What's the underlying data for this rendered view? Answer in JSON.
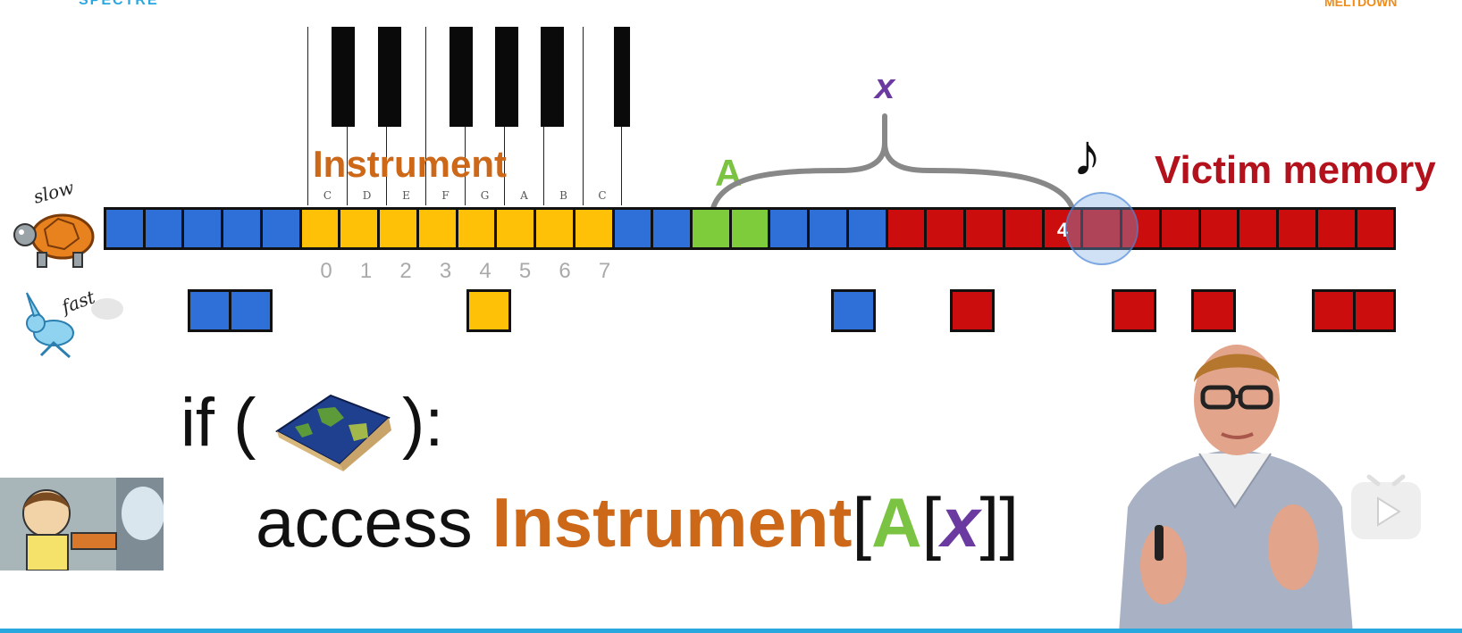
{
  "header": {
    "brand_left": "SPECTRE",
    "brand_right": "MELTDOWN"
  },
  "piano": {
    "keys": [
      "C",
      "D",
      "E",
      "F",
      "G",
      "A",
      "B",
      "C"
    ]
  },
  "labels": {
    "instrument": "Instrument",
    "a": "A",
    "x": "x",
    "victim_memory": "Victim memory",
    "slow": "slow",
    "fast": "fast"
  },
  "memory": {
    "cells": [
      "blue",
      "blue",
      "blue",
      "blue",
      "blue",
      "yellow",
      "yellow",
      "yellow",
      "yellow",
      "yellow",
      "yellow",
      "yellow",
      "yellow",
      "blue",
      "blue",
      "green",
      "green",
      "blue",
      "blue",
      "blue",
      "red",
      "red",
      "red",
      "red",
      "red",
      "red",
      "red",
      "red",
      "red",
      "red",
      "red",
      "red",
      "red"
    ],
    "highlight_value": "4",
    "indices": [
      "0",
      "1",
      "2",
      "3",
      "4",
      "5",
      "6",
      "7"
    ]
  },
  "code": {
    "if_prefix": "if (",
    "if_suffix": "):",
    "access_word": "access ",
    "instrument": "Instrument",
    "open1": "[",
    "a": "A",
    "open2": "[",
    "x": "x",
    "close": "]]"
  },
  "colors": {
    "blue": "#2e6fd8",
    "yellow": "#ffc107",
    "green": "#7ecb3b",
    "red": "#cc0d0d",
    "instrument": "#cc6818",
    "a": "#7bc342",
    "x": "#6a3aa0",
    "victim": "#b3121d"
  },
  "icons": [
    "tortoise-icon",
    "rabbit-icon",
    "music-note-icon",
    "world-map-icon",
    "play-icon"
  ]
}
